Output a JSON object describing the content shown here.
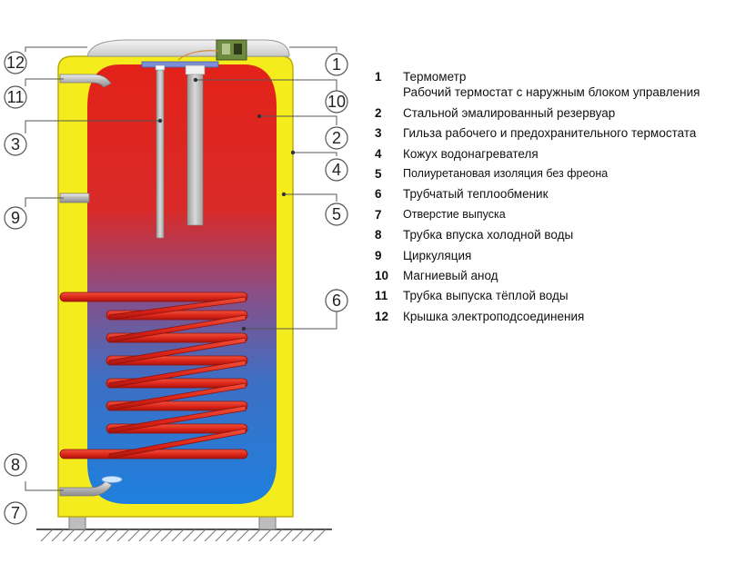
{
  "callouts": {
    "c1": "1",
    "c2": "2",
    "c3": "3",
    "c4": "4",
    "c5": "5",
    "c6": "6",
    "c7": "7",
    "c8": "8",
    "c9": "9",
    "c10": "10",
    "c11": "11",
    "c12": "12"
  },
  "legend": [
    {
      "num": "1",
      "text": "Термометр",
      "sub": "Рабочий термостат с наружным блоком управления"
    },
    {
      "num": "2",
      "text": "Стальной эмалированный резервуар"
    },
    {
      "num": "3",
      "text": "Гильза рабочего и предохранительного термостата"
    },
    {
      "num": "4",
      "text": "Кожух водонагревателя"
    },
    {
      "num": "5",
      "text": "Полиуретановая изоляция без фреона"
    },
    {
      "num": "6",
      "text": "Трубчатый теплообменик"
    },
    {
      "num": "7",
      "text": "Отверстие выпуска"
    },
    {
      "num": "8",
      "text": "Трубка впуска холодной воды"
    },
    {
      "num": "9",
      "text": "Циркуляция"
    },
    {
      "num": "10",
      "text": "Магниевый анод"
    },
    {
      "num": "11",
      "text": "Трубка выпуска тёплой воды"
    },
    {
      "num": "12",
      "text": "Крышка электроподсоединения"
    }
  ],
  "colors": {
    "insulation": "#f5ec1d",
    "hot_water": "#e32219",
    "cold_water": "#1e7fd8",
    "coil": "#e02a1f",
    "leader_line": "#555555"
  }
}
